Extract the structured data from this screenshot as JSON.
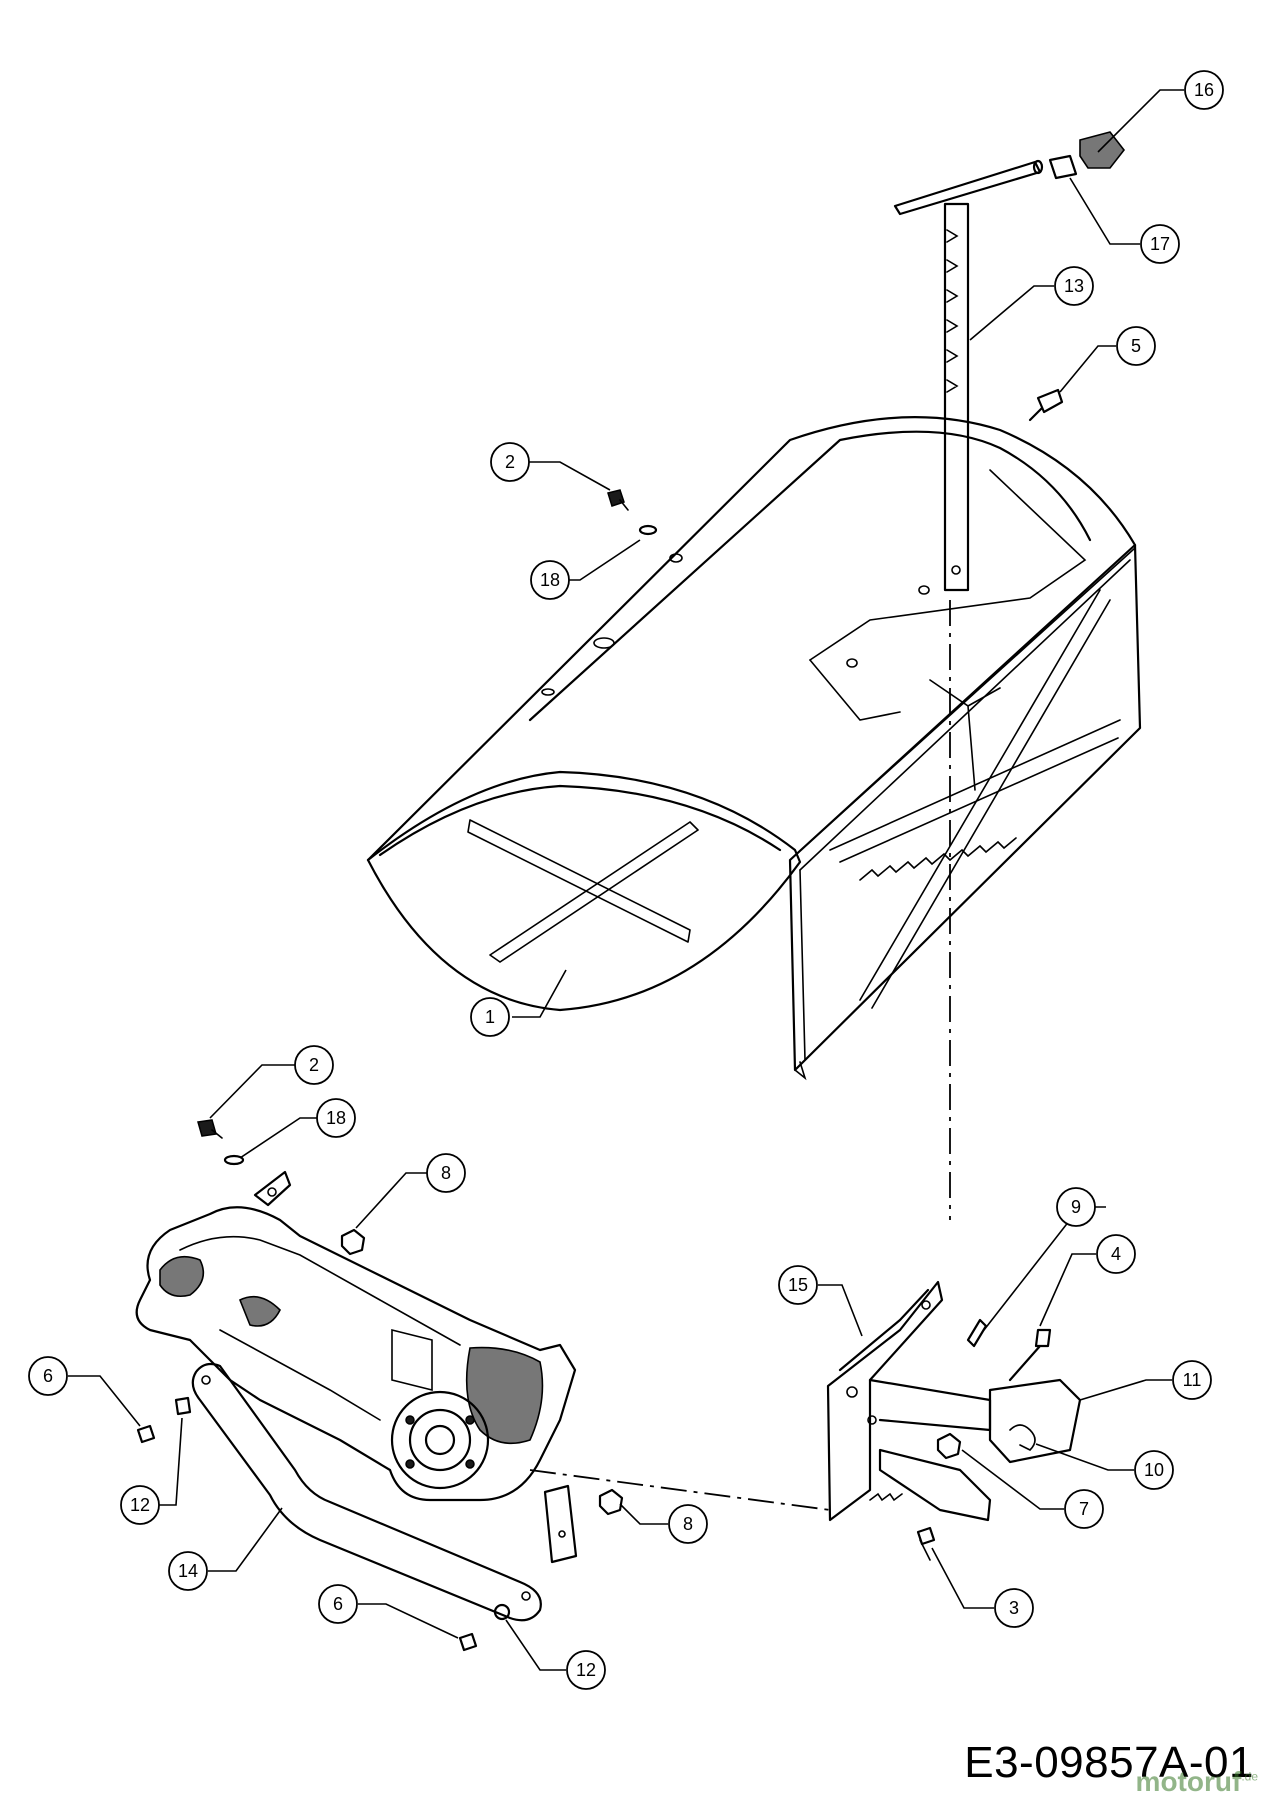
{
  "drawing_code": "E3-09857A-01",
  "watermark": "motoruf",
  "watermark_suffix": ".de",
  "callouts": [
    {
      "id": "c1",
      "label": "1"
    },
    {
      "id": "c2a",
      "label": "2"
    },
    {
      "id": "c2b",
      "label": "2"
    },
    {
      "id": "c3",
      "label": "3"
    },
    {
      "id": "c4",
      "label": "4"
    },
    {
      "id": "c5",
      "label": "5"
    },
    {
      "id": "c6a",
      "label": "6"
    },
    {
      "id": "c6b",
      "label": "6"
    },
    {
      "id": "c7",
      "label": "7"
    },
    {
      "id": "c8a",
      "label": "8"
    },
    {
      "id": "c8b",
      "label": "8"
    },
    {
      "id": "c9",
      "label": "9"
    },
    {
      "id": "c10",
      "label": "10"
    },
    {
      "id": "c11",
      "label": "11"
    },
    {
      "id": "c12a",
      "label": "12"
    },
    {
      "id": "c12b",
      "label": "12"
    },
    {
      "id": "c13",
      "label": "13"
    },
    {
      "id": "c14",
      "label": "14"
    },
    {
      "id": "c15",
      "label": "15"
    },
    {
      "id": "c16",
      "label": "16"
    },
    {
      "id": "c17",
      "label": "17"
    },
    {
      "id": "c18a",
      "label": "18"
    },
    {
      "id": "c18b",
      "label": "18"
    }
  ]
}
